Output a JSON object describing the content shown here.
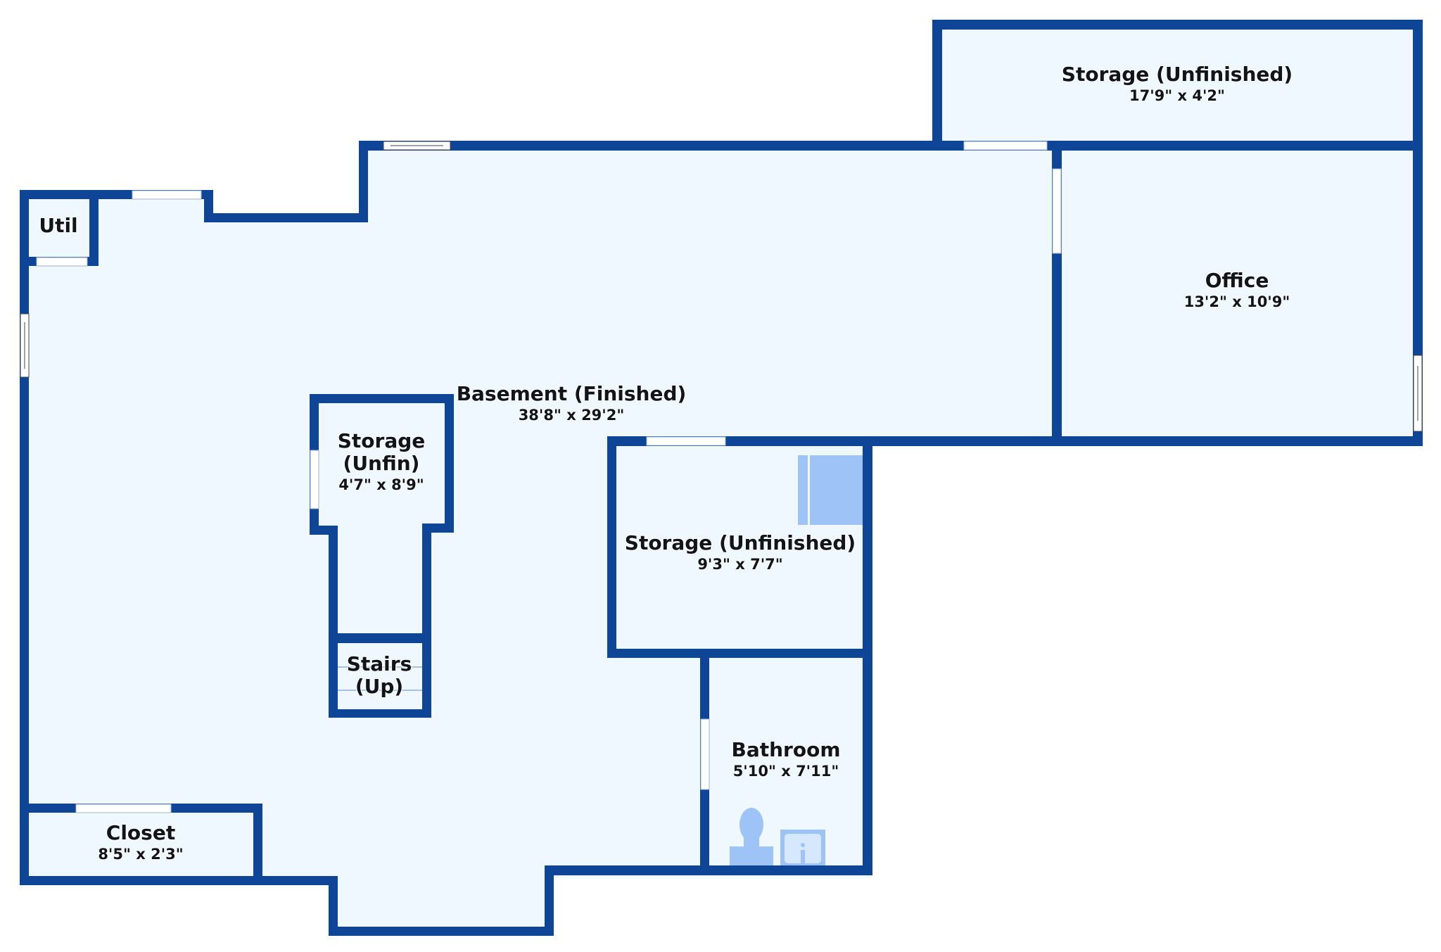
{
  "floorplan": {
    "colors": {
      "wall": "#0f4596",
      "floor": "#eff7ff",
      "fixture": "#9ec4f7",
      "opening": "#ffffff",
      "text": "#111418"
    },
    "rooms": [
      {
        "id": "storage-top",
        "name": "Storage (Unfinished)",
        "dimensions": "17'9\" x 4'2\""
      },
      {
        "id": "office",
        "name": "Office",
        "dimensions": "13'2\" x 10'9\""
      },
      {
        "id": "util",
        "name": "Util",
        "dimensions": ""
      },
      {
        "id": "basement",
        "name": "Basement (Finished)",
        "dimensions": "38'8\" x 29'2\""
      },
      {
        "id": "storage-small",
        "name": "Storage (Unfin)",
        "name_line1": "Storage",
        "name_line2": "(Unfin)",
        "dimensions": "4'7\" x 8'9\""
      },
      {
        "id": "stairs",
        "name": "Stairs (Up)",
        "name_line1": "Stairs",
        "name_line2": "(Up)",
        "dimensions": ""
      },
      {
        "id": "storage-mid",
        "name": "Storage (Unfinished)",
        "dimensions": "9'3\" x 7'7\""
      },
      {
        "id": "bathroom",
        "name": "Bathroom",
        "dimensions": "5'10\" x 7'11\""
      },
      {
        "id": "closet",
        "name": "Closet",
        "dimensions": "8'5\" x 2'3\""
      }
    ]
  }
}
